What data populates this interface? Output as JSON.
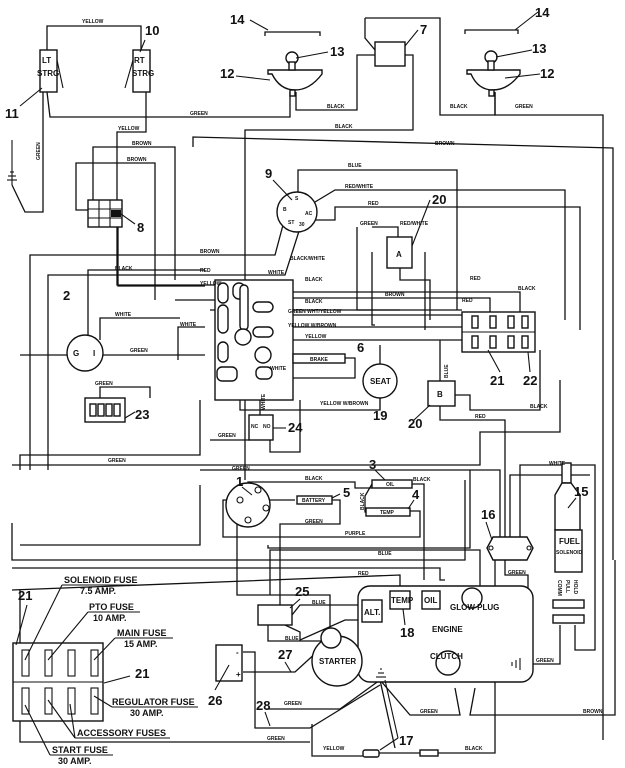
{
  "callouts": {
    "c1": "1",
    "c2": "2",
    "c3": "3",
    "c4": "4",
    "c5": "5",
    "c6": "6",
    "c7": "7",
    "c8": "8",
    "c9": "9",
    "c10": "10",
    "c11": "11",
    "c12": "12",
    "c13": "13",
    "c14": "14",
    "c15": "15",
    "c16": "16",
    "c17": "17",
    "c18": "18",
    "c19": "19",
    "c20": "20",
    "c21": "21",
    "c22": "22",
    "c23": "23",
    "c24": "24",
    "c25": "25",
    "c26": "26",
    "c27": "27",
    "c28": "28"
  },
  "components": {
    "lt_strg_1": "LT",
    "lt_strg_2": "STRG",
    "rt_strg_1": "RT",
    "rt_strg_2": "STRG",
    "relay_a": "A",
    "relay_b": "B",
    "seat": "SEAT",
    "brake": "BRAKE",
    "battery": "BATTERY",
    "oil_sender": "OIL",
    "temp_sender": "TEMP",
    "alt": "ALT.",
    "engine_temp": "TEMP",
    "engine_oil": "OIL",
    "glow_plug": "GLOW PLUG",
    "engine": "ENGINE",
    "starter": "STARTER",
    "clutch": "CLUTCH",
    "fuel_solenoid_1": "FUEL",
    "fuel_solenoid_2": "SOLENOID",
    "nc": "NC",
    "no": "NO",
    "key_b": "B",
    "key_s": "S",
    "key_ac": "AC",
    "key_st": "ST",
    "key_30": "30",
    "key_g": "G",
    "key_i": "I",
    "sol_comm": "COMM",
    "sol_pull": "PULL",
    "sol_hold": "HOLD",
    "batt_minus": "-",
    "batt_plus": "+"
  },
  "fuse_legend": {
    "solenoid": "SOLENOID FUSE",
    "solenoid_amp": "7.5 AMP.",
    "pto": "PTO FUSE",
    "pto_amp": "10 AMP.",
    "main": "MAIN FUSE",
    "main_amp": "15 AMP.",
    "regulator": "REGULATOR FUSE",
    "regulator_amp": "30 AMP.",
    "accessory": "ACCESSORY FUSES",
    "start": "START FUSE",
    "start_amp": "30 AMP."
  },
  "wires": {
    "yellow_top": "YELLOW",
    "green_lamps": "GREEN",
    "black_lamp": "BLACK",
    "black_lamp2": "BLACK",
    "green_lamp2": "GREEN",
    "black_7": "BLACK",
    "yellow_rt": "YELLOW",
    "green_lt": "GREEN",
    "brown_1": "BROWN",
    "brown_2": "BROWN",
    "brown_long": "BROWN",
    "blue_9": "BLUE",
    "red_white_9": "RED/WHITE",
    "red_9": "RED",
    "green_a": "GREEN",
    "red_white_a": "RED/WHITE",
    "brown_3": "BROWN",
    "red_2": "RED",
    "yellow_2": "YELLOW",
    "red_3": "RED",
    "brown_4": "BROWN",
    "black_white": "BLACK/WHITE",
    "black_2": "BLACK",
    "white_1": "WHITE",
    "black_3": "BLACK",
    "black_4": "BLACK",
    "green_white_yellow": "GREEN WHT/YELLOW",
    "yellow_white_brown": "YELLOW W/BROWN",
    "yellow_3": "YELLOW",
    "white_2": "WHITE",
    "white_3": "WHITE",
    "white_4": "WHITE",
    "black_5": "BLACK",
    "red_4": "RED",
    "green_2": "GREEN",
    "green_3": "GREEN",
    "blue_b": "BLUE",
    "red_5": "RED",
    "black_6": "BLACK",
    "yellow_w_brown": "YELLOW W/BROWN",
    "white_5": "WHITE",
    "green_4": "GREEN",
    "green_5": "GREEN",
    "black_7b": "BLACK",
    "green_6": "GREEN",
    "black_oil": "BLACK",
    "black_v": "BLACK",
    "green_7": "GREEN",
    "purple": "PURPLE",
    "blue_2": "BLUE",
    "green_reg": "GREEN",
    "red_6": "RED",
    "blue_3": "BLUE",
    "blue_4": "BLUE",
    "green_8": "GREEN",
    "green_9": "GREEN",
    "green_10": "GREEN",
    "brown_5": "BROWN",
    "green_11": "GREEN",
    "yellow_4": "YELLOW",
    "black_8": "BLACK",
    "white_6": "WHITE"
  }
}
